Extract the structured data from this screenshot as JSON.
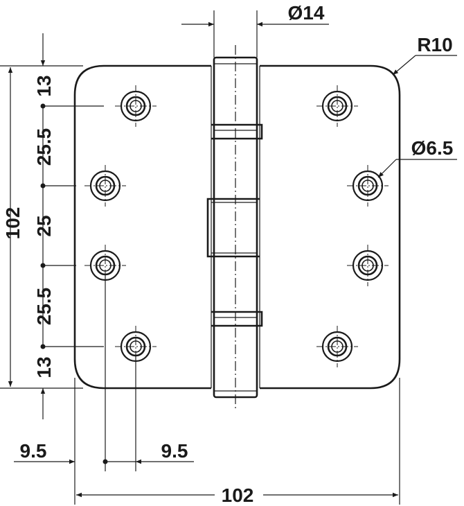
{
  "dimensions": {
    "pin_diameter": "Ø14",
    "corner_radius": "R10",
    "hole_diameter": "Ø6.5",
    "overall_height": "102",
    "overall_width": "102",
    "left_offset": "9.5",
    "right_offset": "9.5",
    "vertical_spacing": [
      "13",
      "25.5",
      "25",
      "25.5",
      "13"
    ]
  },
  "colors": {
    "line": "#1a1a1a",
    "background": "#ffffff"
  }
}
